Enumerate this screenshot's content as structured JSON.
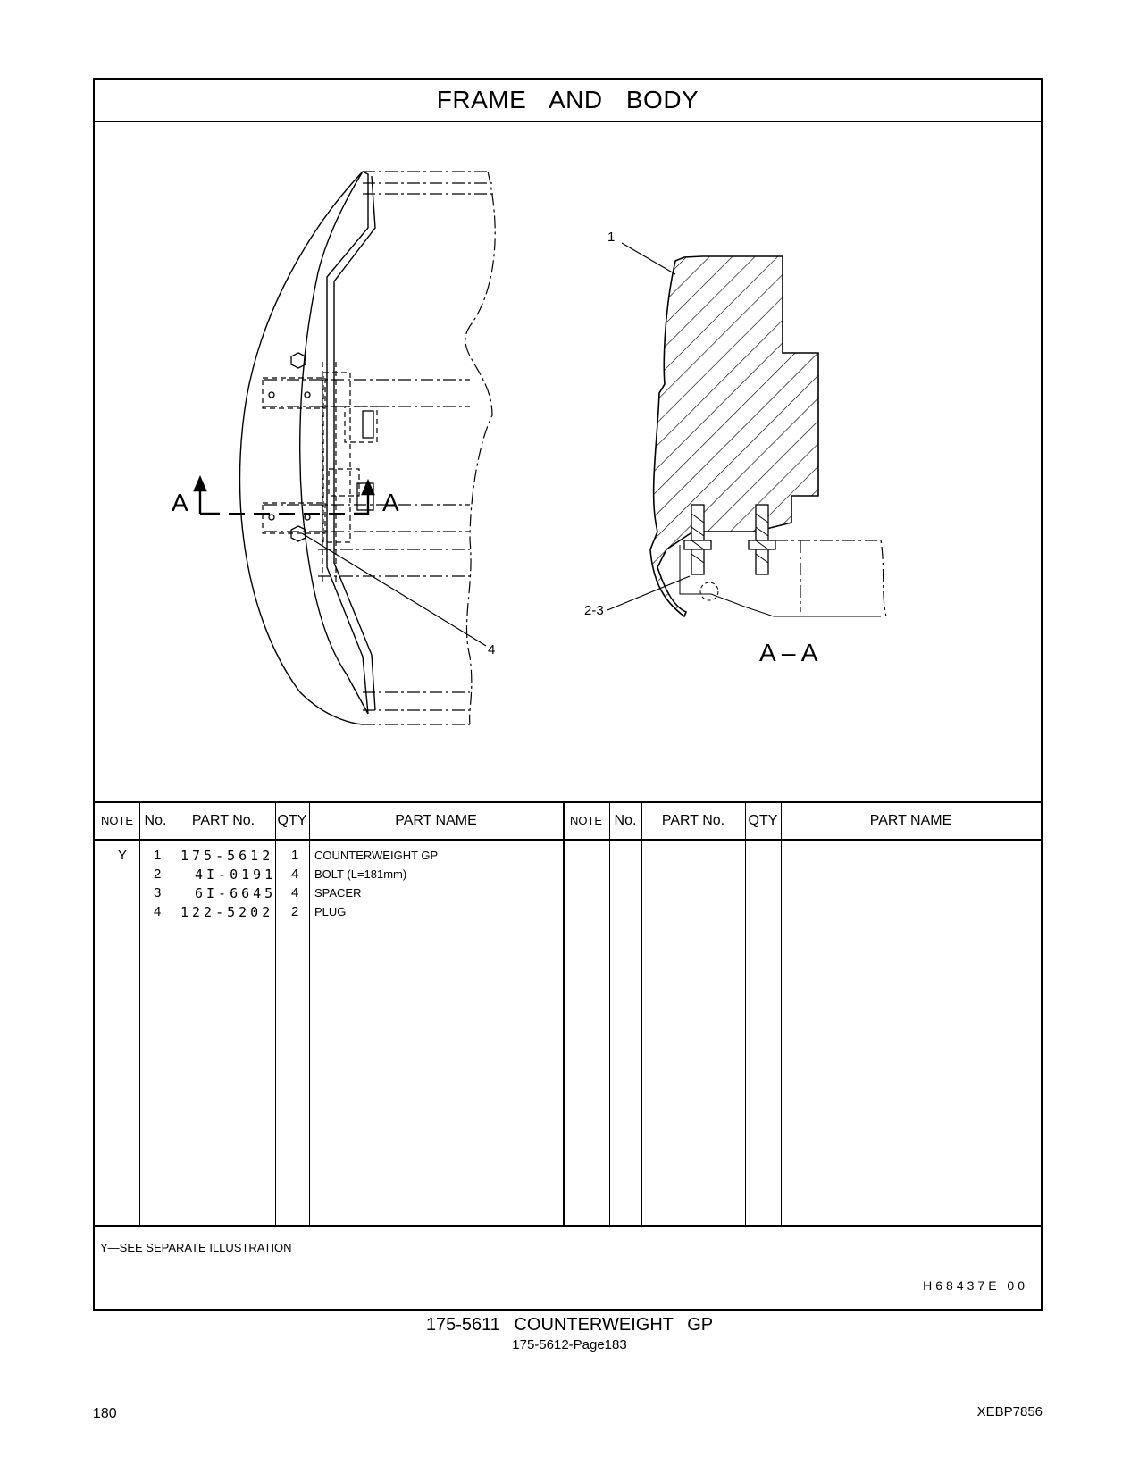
{
  "header": {
    "title": "FRAME   AND   BODY"
  },
  "illustration": {
    "callouts": [
      "1",
      "2-3",
      "4"
    ],
    "section_marker": "A",
    "section_view_label": "A – A"
  },
  "table": {
    "headers": [
      "NOTE",
      "No.",
      "PART No.",
      "QTY",
      "PART NAME"
    ],
    "rows": [
      {
        "note": "Y",
        "no": "1",
        "part": "175-5612",
        "qty": "1",
        "name": "COUNTERWEIGHT  GP"
      },
      {
        "note": "",
        "no": "2",
        "part": "4I-0191",
        "qty": "4",
        "name": "BOLT (L=181mm)"
      },
      {
        "note": "",
        "no": "3",
        "part": "6I-6645",
        "qty": "4",
        "name": "SPACER"
      },
      {
        "note": "",
        "no": "4",
        "part": "122-5202",
        "qty": "2",
        "name": "PLUG"
      }
    ],
    "footnote": "Y—SEE  SEPARATE  ILLUSTRATION",
    "drawing_code": "H68437E   00"
  },
  "caption": {
    "group": "175-5611   COUNTERWEIGHT  GP",
    "ref": "175-5612-Page183"
  },
  "footer": {
    "page": "180",
    "doc": "XEBP7856"
  }
}
